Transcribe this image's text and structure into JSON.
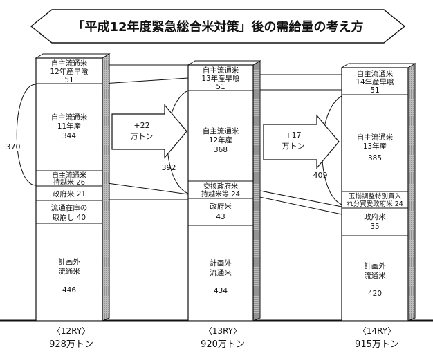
{
  "title": "「平成12年度緊急総合米対策」後の需給量の考え方",
  "columns": [
    {
      "year_label": "〈12RY〉",
      "total_label": "928万トン",
      "total": 928,
      "segments": [
        {
          "lines": [
            "自主流通米",
            "12年産早喰"
          ],
          "value": "51"
        },
        {
          "lines": [
            "自主流通米",
            "11年産"
          ],
          "value": "344"
        },
        {
          "lines": [
            "自主流通米",
            "持越米 26"
          ],
          "value": ""
        },
        {
          "lines": [
            "政府米 21"
          ],
          "value": ""
        },
        {
          "lines": [
            "流通在庫の",
            "取崩し 40"
          ],
          "value": ""
        },
        {
          "lines": [
            "計画外",
            "流通米"
          ],
          "value": "446"
        }
      ]
    },
    {
      "year_label": "〈13RY〉",
      "total_label": "920万トン",
      "total": 920,
      "segments": [
        {
          "lines": [
            "自主流通米",
            "13年産早喰"
          ],
          "value": "51"
        },
        {
          "lines": [
            "自主流通米",
            "12年産"
          ],
          "value": "368"
        },
        {
          "lines": [
            "交換政府米",
            "持越米等 24"
          ],
          "value": ""
        },
        {
          "lines": [
            "政府米"
          ],
          "value": "43"
        },
        {
          "lines": [
            "計画外",
            "流通米"
          ],
          "value": "434"
        }
      ]
    },
    {
      "year_label": "〈14RY〉",
      "total_label": "915万トン",
      "total": 915,
      "segments": [
        {
          "lines": [
            "自主流通米",
            "14年産早喰"
          ],
          "value": "51"
        },
        {
          "lines": [
            "自主流通米",
            "13年産"
          ],
          "value": "385"
        },
        {
          "lines": [
            "玉揃調整特別買入",
            "れ分買受政府米 24"
          ],
          "value": ""
        },
        {
          "lines": [
            "政府米"
          ],
          "value": "35"
        },
        {
          "lines": [
            "計画外",
            "流通米"
          ],
          "value": "420"
        }
      ]
    }
  ],
  "arrows": [
    {
      "lines": [
        "+22",
        "万トン"
      ]
    },
    {
      "lines": [
        "+17",
        "万トン"
      ]
    }
  ],
  "brackets": [
    "370",
    "392",
    "409"
  ]
}
